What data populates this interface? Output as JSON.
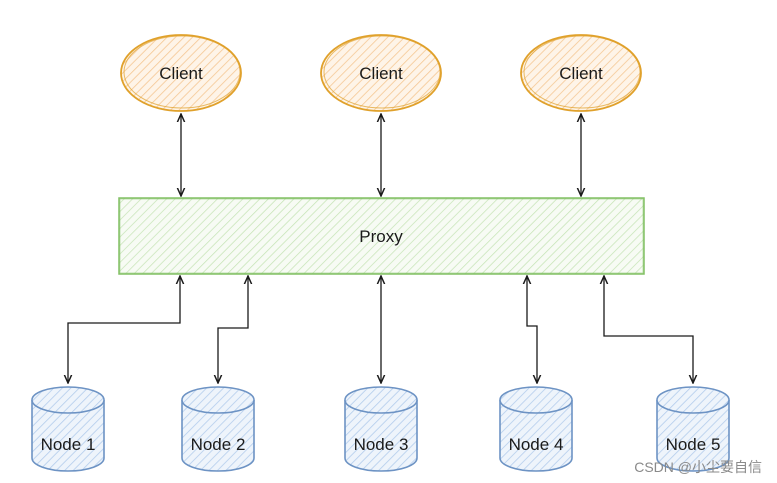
{
  "clients": [
    {
      "label": "Client"
    },
    {
      "label": "Client"
    },
    {
      "label": "Client"
    }
  ],
  "proxy": {
    "label": "Proxy"
  },
  "nodes": [
    {
      "label": "Node 1"
    },
    {
      "label": "Node 2"
    },
    {
      "label": "Node 3"
    },
    {
      "label": "Node 4"
    },
    {
      "label": "Node 5"
    }
  ],
  "watermark": "CSDN @小尘要自信",
  "colors": {
    "client_fill": "#fde8cf",
    "client_stroke": "#e0a12b",
    "proxy_fill": "#eef7e8",
    "proxy_stroke": "#82c064",
    "node_fill": "#dbe8f7",
    "node_stroke": "#6d93c4",
    "connector": "#1a1a1a"
  }
}
